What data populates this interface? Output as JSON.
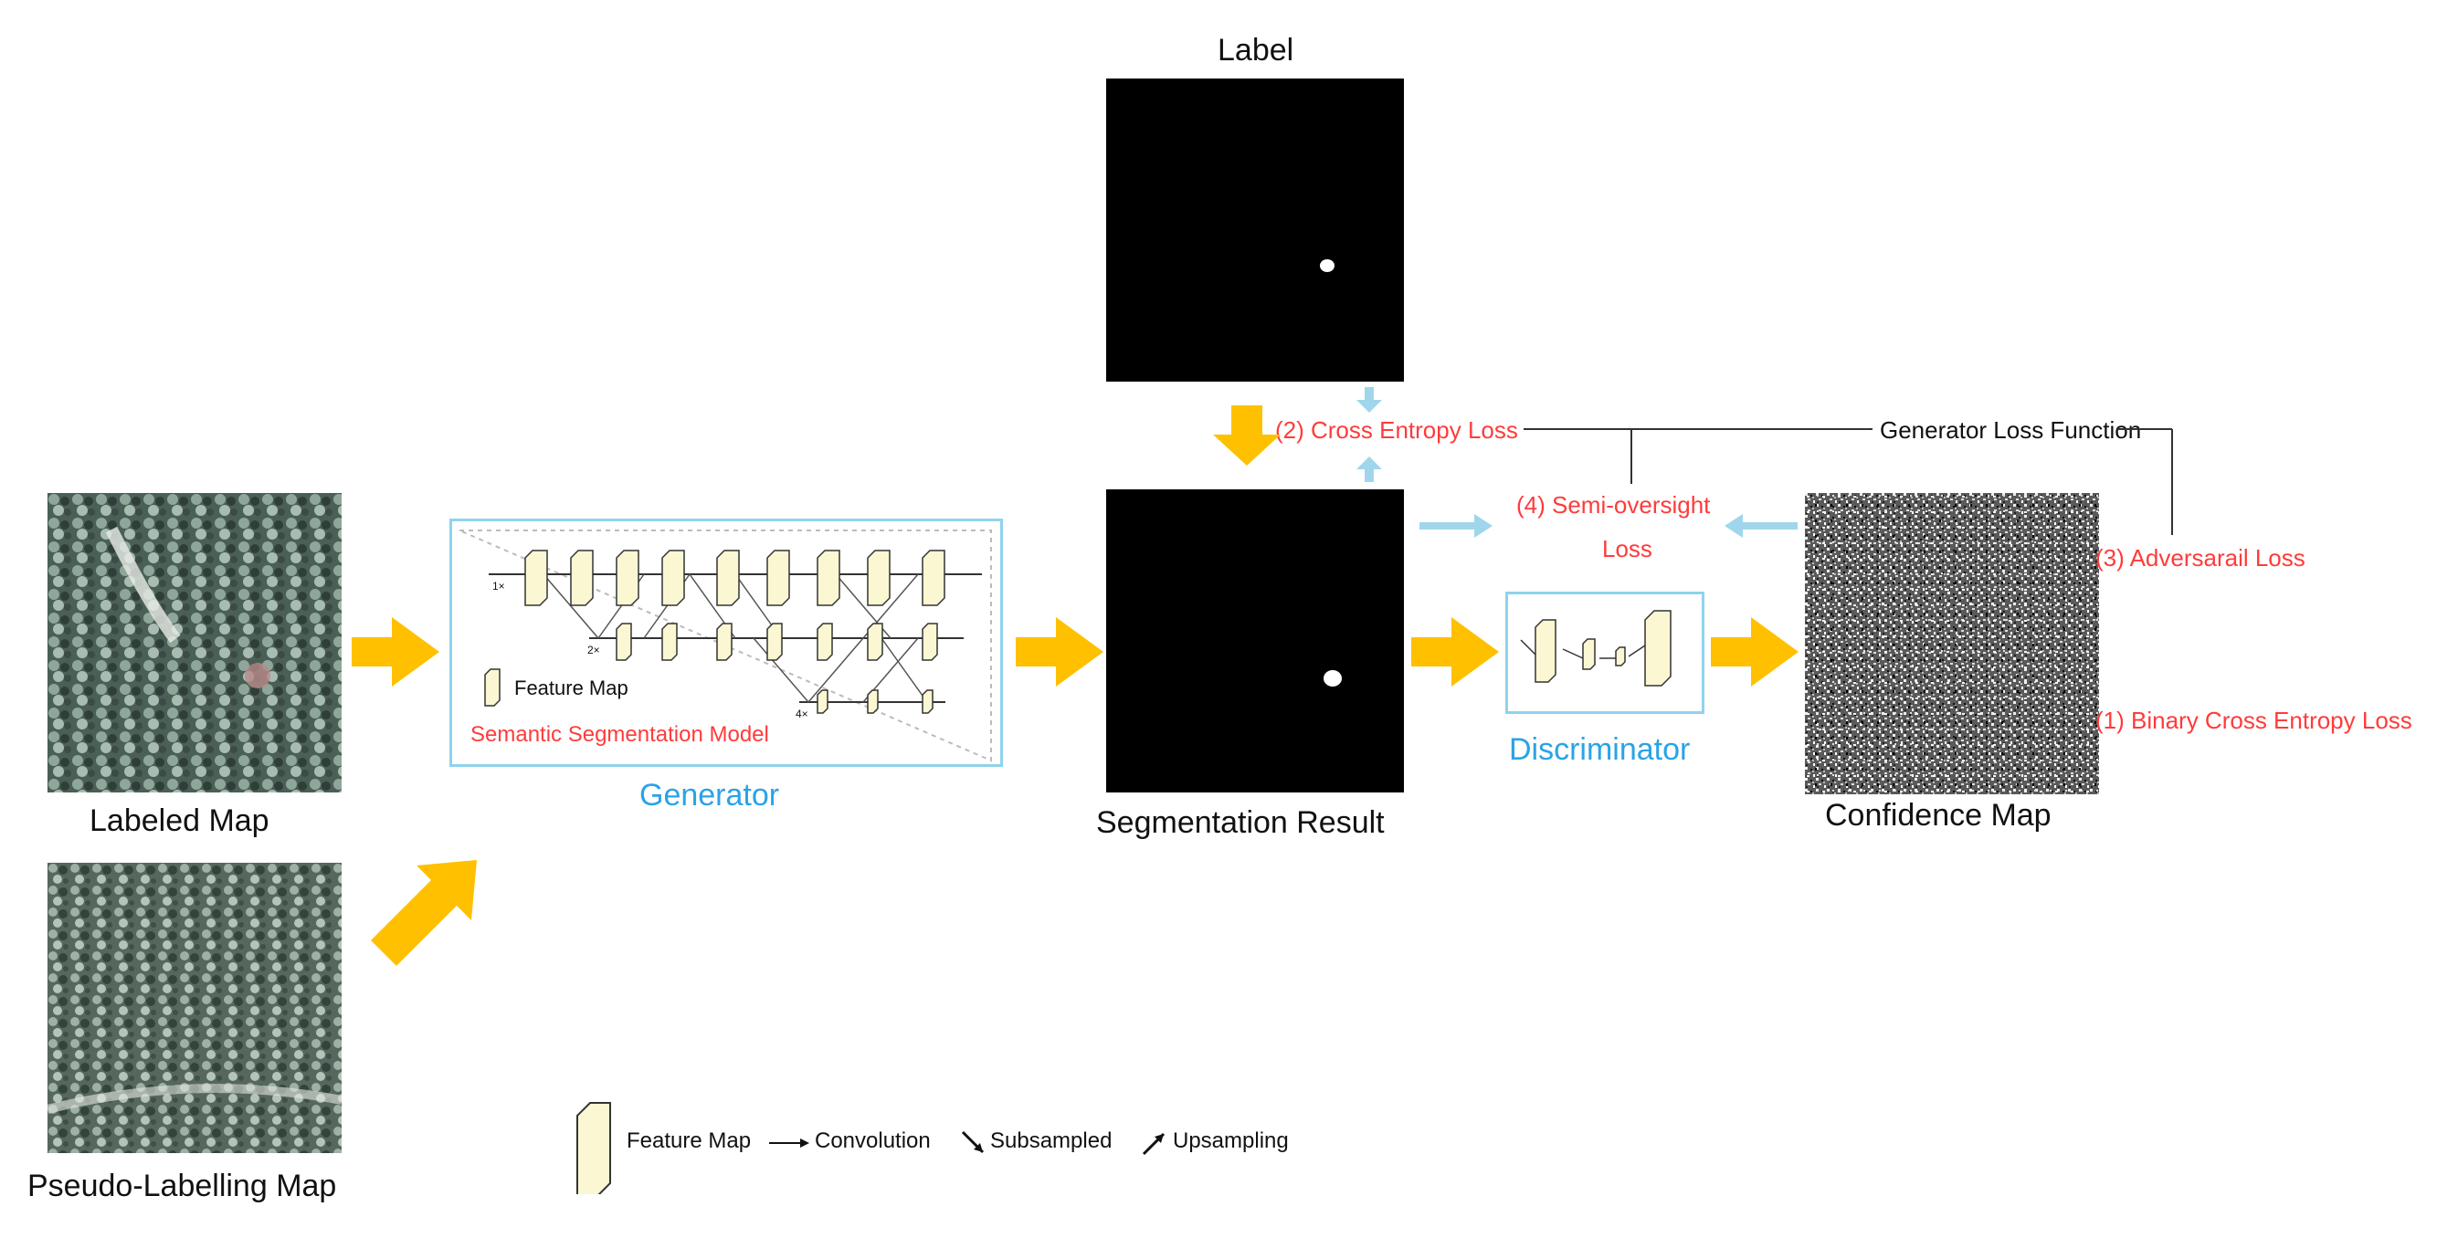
{
  "inputs": {
    "labeled_map": "Labeled Map",
    "pseudo_labelling_map": "Pseudo-Labelling Map"
  },
  "generator": {
    "title": "Generator",
    "model_label": "Semantic Segmentation Model",
    "legend_feature_map": "Feature Map",
    "scale_labels": [
      "1×",
      "2×",
      "4×"
    ]
  },
  "label_image": {
    "caption": "Label"
  },
  "segmentation": {
    "caption": "Segmentation Result"
  },
  "discriminator": {
    "title": "Discriminator"
  },
  "confidence": {
    "caption": "Confidence Map"
  },
  "losses": {
    "cross_entropy": "(2) Cross Entropy Loss",
    "semi_oversight_line1": "(4) Semi-oversight",
    "semi_oversight_line2": "Loss",
    "generator_loss_function": "Generator Loss Function",
    "adversarial": "(3) Adversarail Loss",
    "binary_cross_entropy": "(1) Binary Cross Entropy Loss"
  },
  "legend": {
    "feature_map": "Feature Map",
    "convolution": "Convolution",
    "subsampled": "Subsampled",
    "upsampling": "Upsampling"
  },
  "colors": {
    "arrow_orange": "#ffc000",
    "arrow_light_blue": "#9fd6ec",
    "loss_red": "#ff3b3b",
    "title_blue": "#2aa3e6",
    "box_border": "#8fd3ee",
    "feature_map_fill": "#fbf7d3"
  }
}
